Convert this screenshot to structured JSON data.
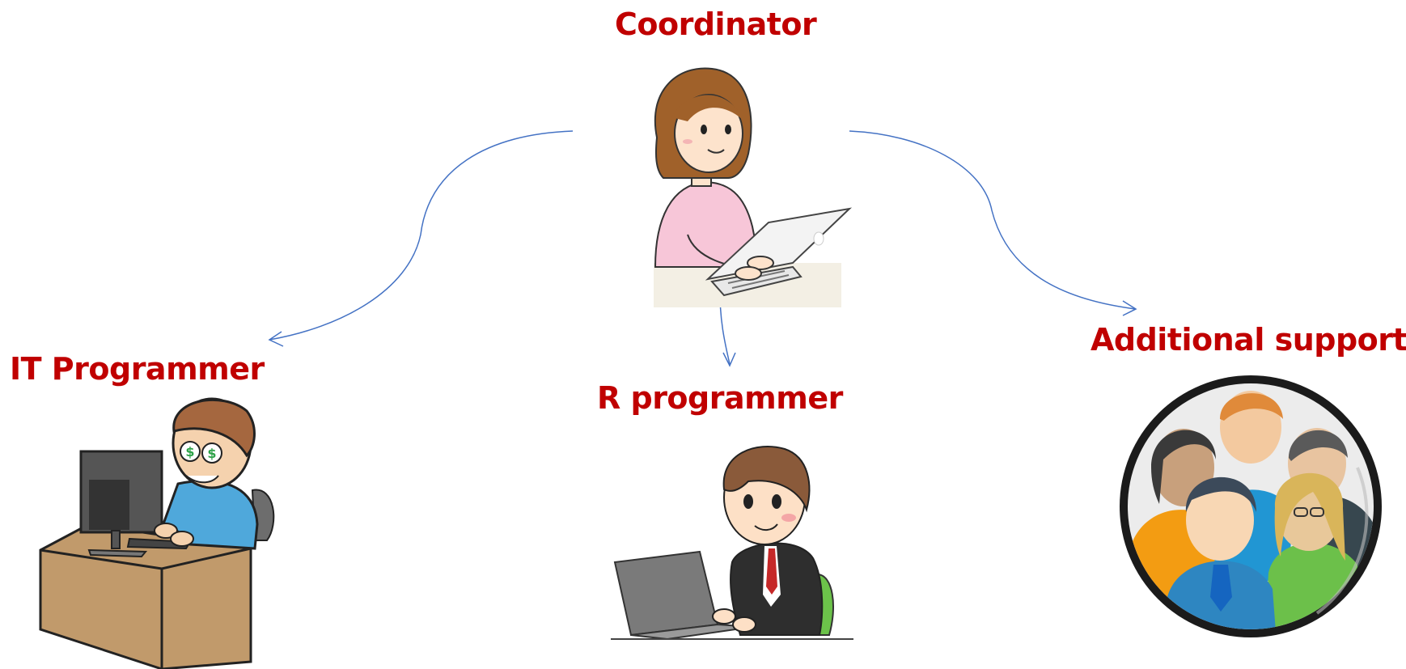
{
  "labels": {
    "coordinator": "Coordinator",
    "it_programmer": "IT Programmer",
    "r_programmer": "R programmer",
    "additional_support": "Additional support"
  },
  "colors": {
    "label": "#c00000",
    "arrow": "#4472c4"
  },
  "icons": {
    "coordinator": "woman-with-laptop-icon",
    "it_programmer": "man-at-desktop-computer-icon",
    "r_programmer": "man-in-suit-with-laptop-icon",
    "additional_support": "group-of-people-icon"
  }
}
